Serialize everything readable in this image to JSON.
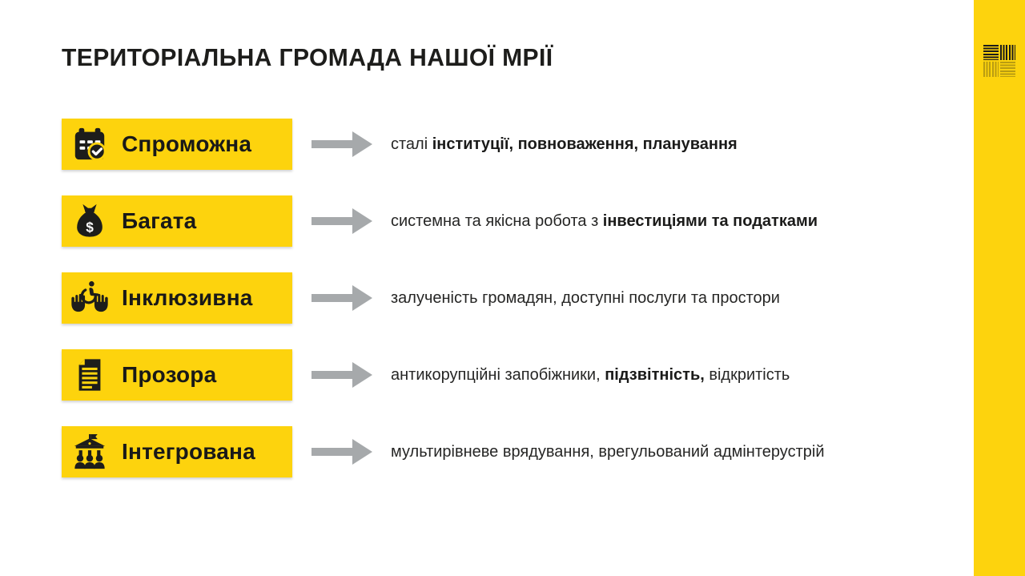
{
  "theme": {
    "yellow": "#FDD30D",
    "arrow_gray": "#A6A9AB",
    "text_dark": "#1D1D1B"
  },
  "slide": {
    "title": "ТЕРИТОРІАЛЬНА ГРОМАДА НАШОЇ МРІЇ"
  },
  "logo": {
    "icon": "decentralization-lines-logo"
  },
  "rows": [
    {
      "icon": "calendar-check-icon",
      "label": "Спроможна",
      "description": [
        {
          "text": "сталі ",
          "bold": false
        },
        {
          "text": "інституції, повноваження, планування",
          "bold": true
        }
      ]
    },
    {
      "icon": "money-bag-icon",
      "label": "Багата",
      "description": [
        {
          "text": "системна та якісна робота з ",
          "bold": false
        },
        {
          "text": "інвестиціями та податками",
          "bold": true
        }
      ]
    },
    {
      "icon": "accessibility-hands-icon",
      "label": "Інклюзивна",
      "description": [
        {
          "text": "залученість громадян, доступні послуги та простори",
          "bold": false
        }
      ]
    },
    {
      "icon": "document-icon",
      "label": "Прозора",
      "description": [
        {
          "text": "антикорупційні запобіжники, ",
          "bold": false
        },
        {
          "text": "підзвітність,",
          "bold": true
        },
        {
          "text": " відкритість",
          "bold": false
        }
      ]
    },
    {
      "icon": "government-building-icon",
      "label": "Інтегрована",
      "description": [
        {
          "text": "мультирівневе врядування, врегульований адмінтерустрій",
          "bold": false
        }
      ]
    }
  ]
}
